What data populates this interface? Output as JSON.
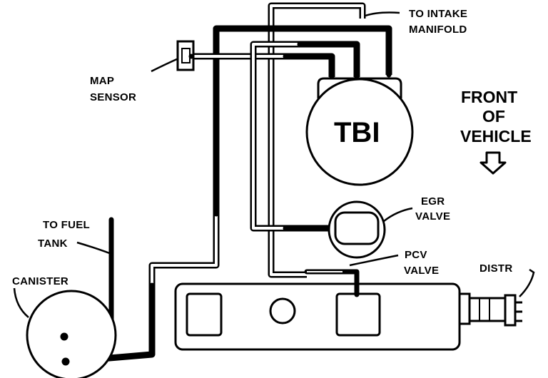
{
  "labels": {
    "intake_line1": "TO INTAKE",
    "intake_line2": "MANIFOLD",
    "map_line1": "MAP",
    "map_line2": "SENSOR",
    "front_line1": "FRONT",
    "front_line2": "OF",
    "front_line3": "VEHICLE",
    "tbi": "TBI",
    "egr_line1": "EGR",
    "egr_line2": "VALVE",
    "fuel_line1": "TO FUEL",
    "fuel_line2": "TANK",
    "canister": "CANISTER",
    "pcv_line1": "PCV",
    "pcv_line2": "VALVE",
    "distr": "DISTR"
  },
  "colors": {
    "line": "#000000",
    "background": "#ffffff"
  },
  "icons": {
    "front_arrow": "down-arrow-icon"
  }
}
